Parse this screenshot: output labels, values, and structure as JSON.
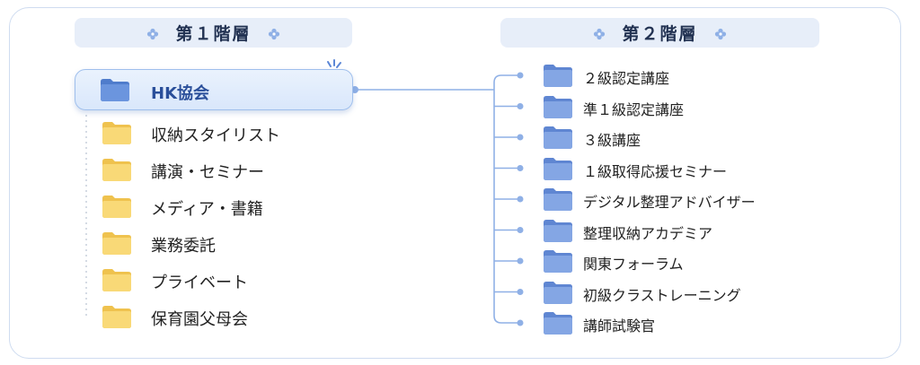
{
  "level1": {
    "header": "第１階層",
    "selected": "HK協会",
    "items": [
      "収納スタイリスト",
      "講演・セミナー",
      "メディア・書籍",
      "業務委託",
      "プライベート",
      "保育園父母会"
    ]
  },
  "level2": {
    "header": "第２階層",
    "items": [
      "２級認定講座",
      "準１級認定講座",
      "３級講座",
      "１級取得応援セミナー",
      "デジタル整理アドバイザー",
      "整理収納アカデミア",
      "関東フォーラム",
      "初級クラストレーニング",
      "講師試験官"
    ]
  },
  "colors": {
    "header_bg": "#e7eef9",
    "selected_folder": "#5b86d6",
    "yellow_folder": "#f7d36a",
    "blue_folder": "#7ea1e0",
    "connector": "#8fb0e6"
  }
}
